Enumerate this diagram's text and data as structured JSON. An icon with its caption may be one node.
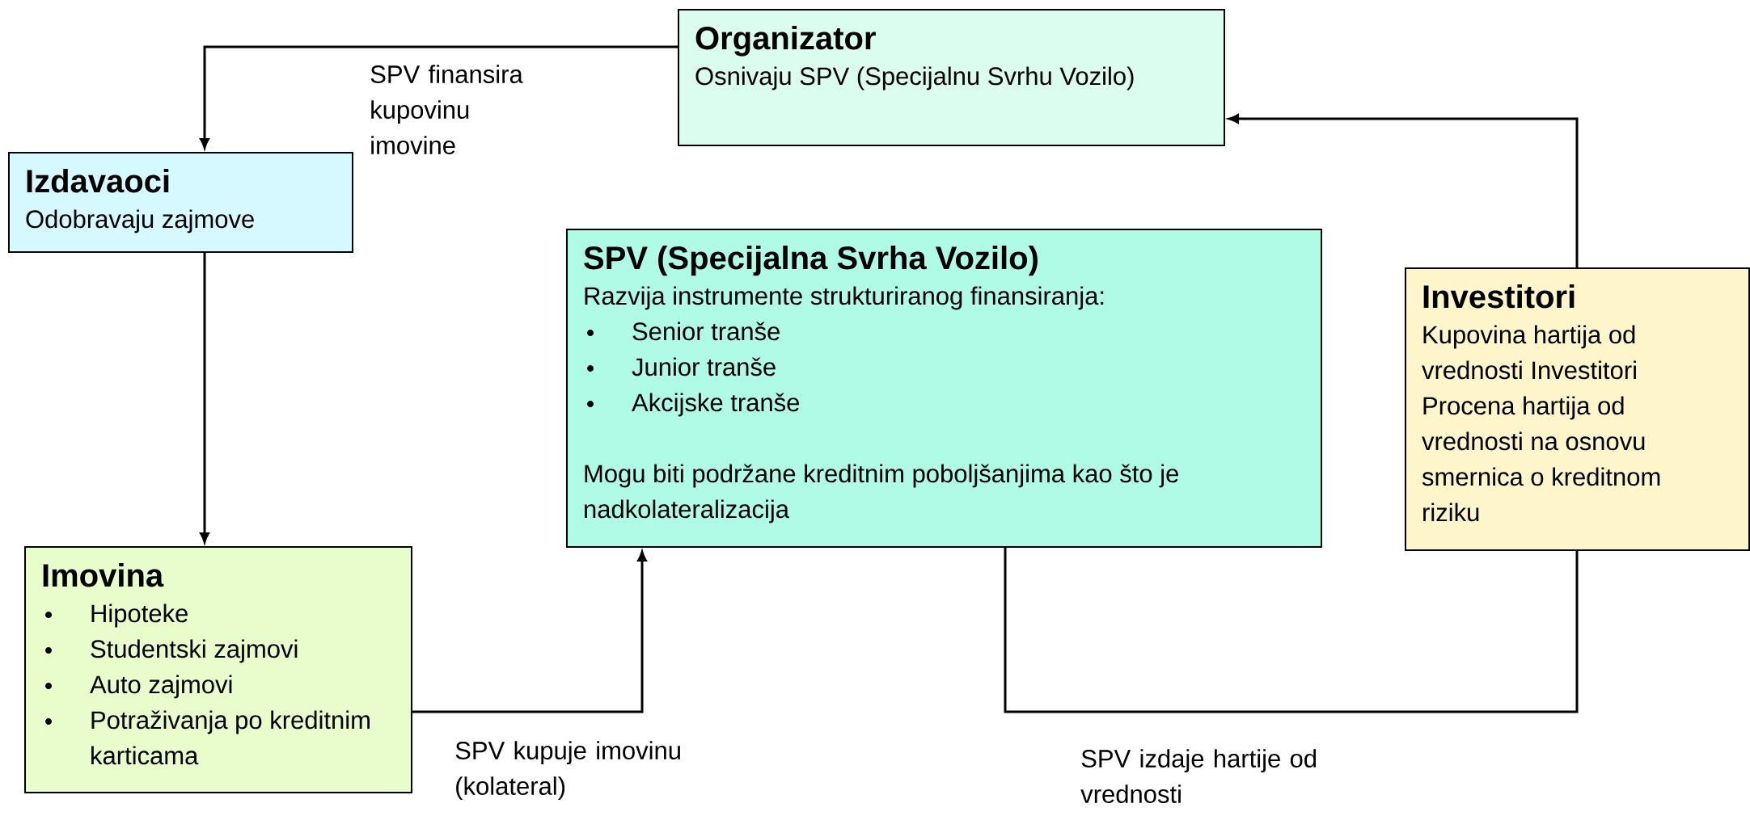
{
  "diagram": {
    "nodes": [
      {
        "text": [
          "Organizator",
          "Osnivaju SPV (Specijalnu Svrhu Vozilo)"
        ]
      },
      {
        "text": [
          "Izdavaoci",
          "Odobravaju zajmove"
        ]
      },
      {
        "text": [
          "SPV (Specijalna Svrha Vozilo)",
          "Razvija instrumente strukturiranog finansiranja:",
          "Senior tranše",
          "Junior tranše",
          "Akcijske tranše",
          "Mogu biti podržane kreditnim poboljšanjima kao što je nadkolateralizacija"
        ]
      },
      {
        "text": [
          "Investitori",
          "Kupovina hartija od vrednosti Investitori Procena hartija od vrednosti na osnovu smernica o kreditnom riziku"
        ]
      },
      {
        "text": [
          "Imovina",
          "Hipoteke",
          "Studentski zajmovi",
          "Auto zajmovi",
          "Potraživanja po kreditnim karticama"
        ]
      }
    ],
    "edges": [
      {
        "from": 0,
        "to": 1,
        "arrow": "to",
        "label": "SPV finansira kupovinu imovine"
      },
      {
        "from": 1,
        "to": 4,
        "arrow": "to"
      },
      {
        "from": 4,
        "to": 2,
        "arrow": "to",
        "label": "SPV kupuje imovinu (kolateral)"
      },
      {
        "from": 2,
        "to": 3,
        "arrow": "none",
        "label": "SPV izdaje hartije od vrednosti"
      },
      {
        "from": 3,
        "to": 0,
        "arrow": "to"
      }
    ]
  }
}
